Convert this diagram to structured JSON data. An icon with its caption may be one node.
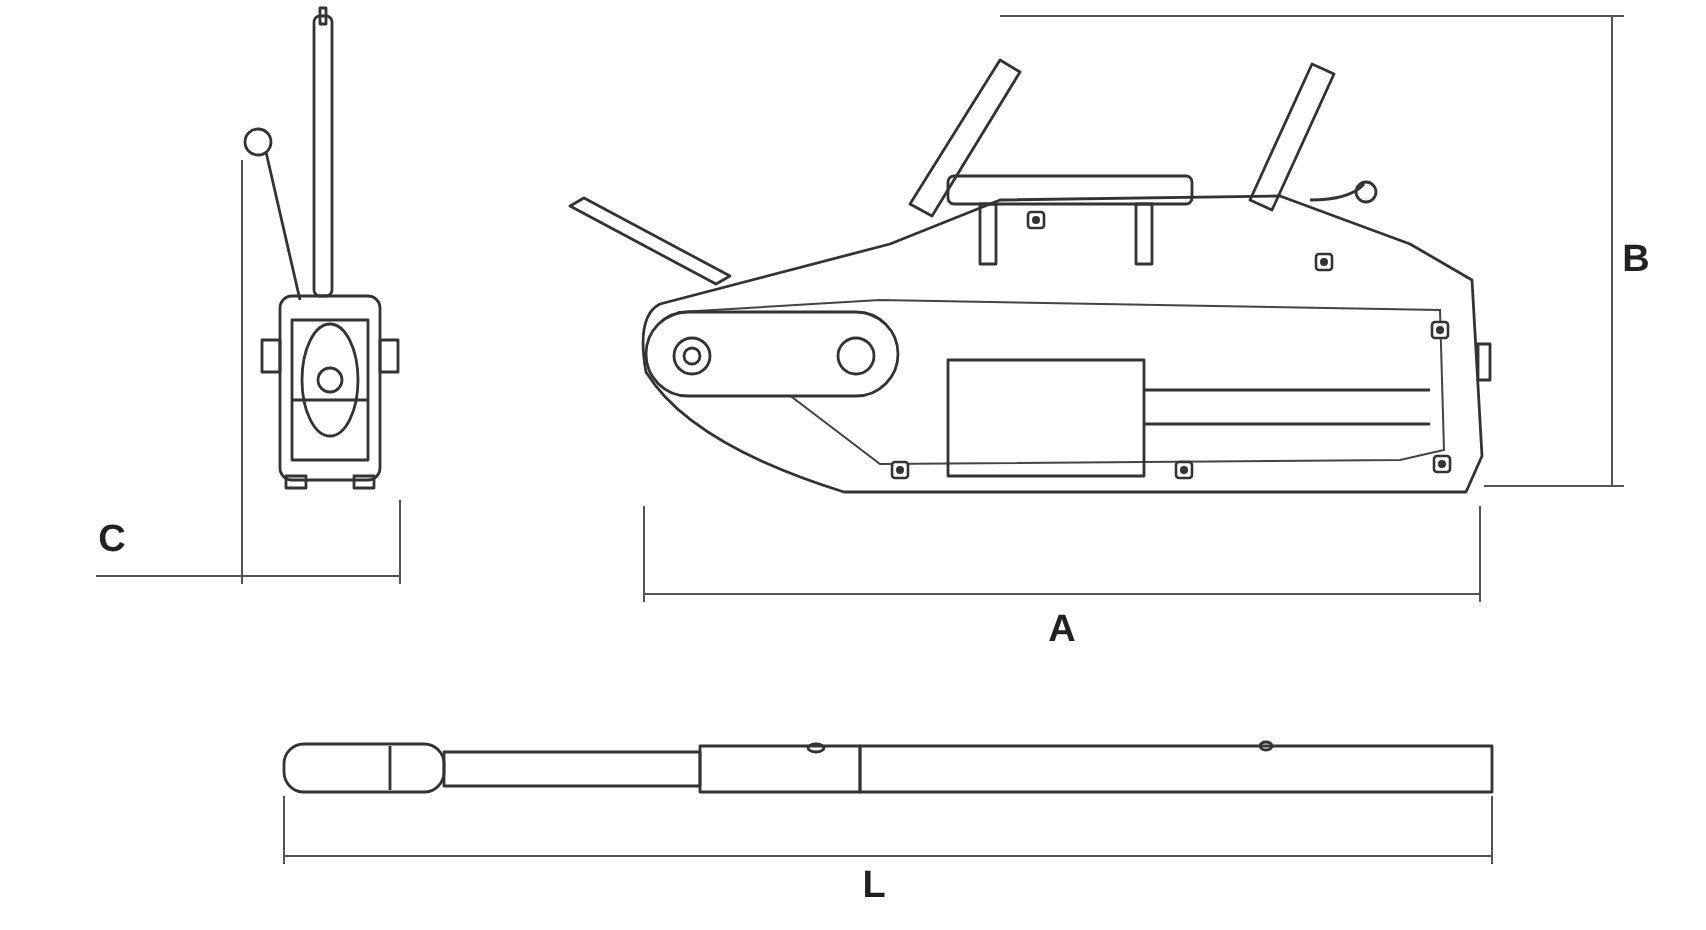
{
  "diagram": {
    "labels": [
      "B",
      "C",
      "A",
      "L"
    ]
  }
}
